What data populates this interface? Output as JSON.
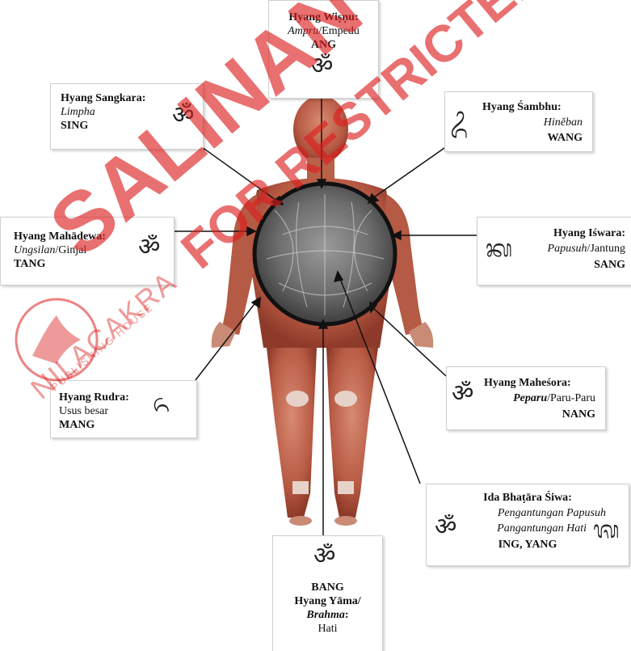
{
  "watermark": {
    "main": "SALINAN",
    "sub": "FOR RESTRICTED",
    "brand": "NILACAKRA",
    "brand_sub": "PUBLISHING HOUSE",
    "color": "#dc1e1e"
  },
  "labels": {
    "wisnu": {
      "title": "Hyang Wiṣṇu:",
      "organ_it": "Ampru",
      "sep": "/",
      "organ": "Empedu",
      "mantra": "ANG"
    },
    "sangkara": {
      "title": "Hyang Sangkara:",
      "organ_it": "Limpha",
      "mantra": "SING"
    },
    "sambhu": {
      "title": "Hyang Śambhu:",
      "organ_it": "Hiněban",
      "mantra": "WANG"
    },
    "mahadewa": {
      "title": "Hyang Mahādewa:",
      "organ_it": "Ungsilan",
      "sep": "/",
      "organ": "Ginjal",
      "mantra": "TANG"
    },
    "iswara": {
      "title": "Hyang Iśwara:",
      "organ_it": "Papusuh",
      "sep": "/",
      "organ": "Jantung",
      "mantra": "SANG"
    },
    "rudra": {
      "title": "Hyang Rudra:",
      "organ": "Usus besar",
      "mantra": "MANG"
    },
    "mahesora": {
      "title": "Hyang Maheśora:",
      "organ_it": "Peparu",
      "sep": "/",
      "organ": "Paru-Paru",
      "mantra": "NANG"
    },
    "siwa": {
      "title": "Ida Bhaṭāra Śiwa:",
      "line1": "Pengantungan Papusuh",
      "line2": "Pangantungan Hati",
      "mantra": "ING, YANG"
    },
    "yama": {
      "mantra": "BANG",
      "title1": "Hyang Yāma/",
      "title2_it": "Brahma",
      "colon": ":",
      "organ": "Hati"
    }
  }
}
